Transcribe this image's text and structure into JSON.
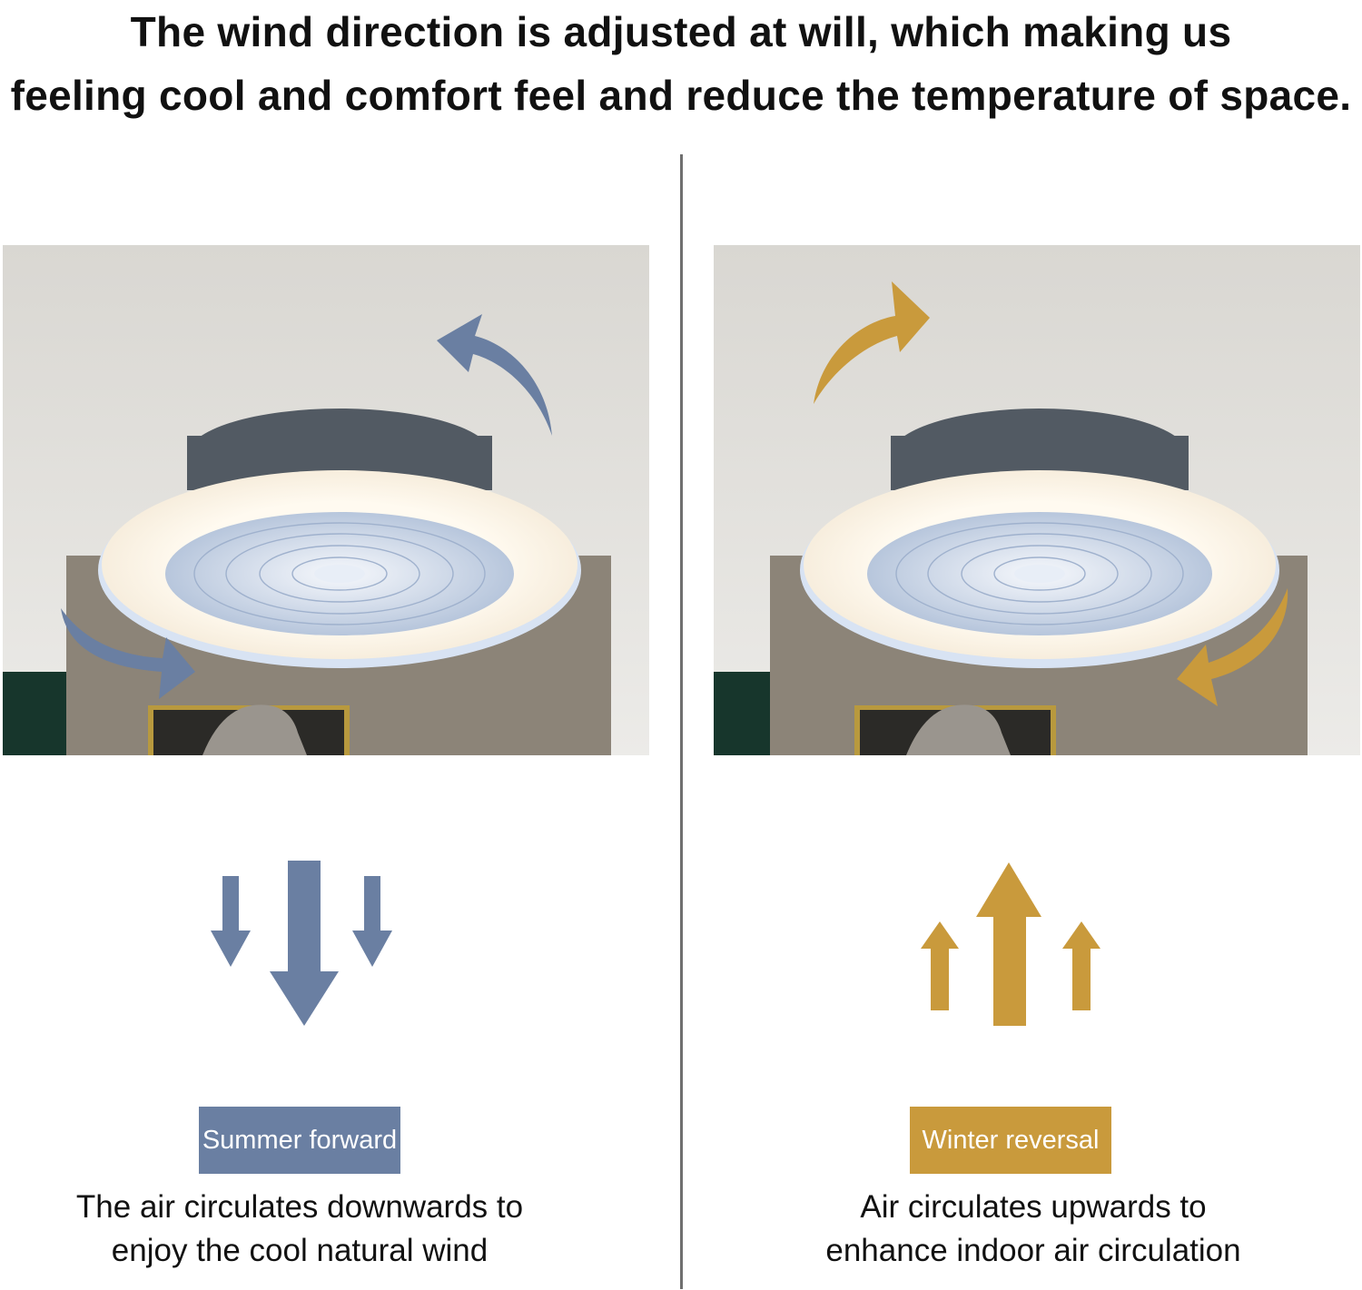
{
  "headline": {
    "line1": "The wind direction is adjusted at will, which making us",
    "line2": "feeling cool and comfort feel and reduce the temperature of space."
  },
  "panels": {
    "summer": {
      "badge": "Summer forward",
      "caption_line1": "The air circulates downwards to",
      "caption_line2": "enjoy the cool natural wind",
      "color": "#6a7fa2",
      "arrow_direction": "down"
    },
    "winter": {
      "badge": "Winter reversal",
      "caption_line1": "Air circulates upwards to",
      "caption_line2": "enhance indoor air circulation",
      "color": "#c99a3c",
      "arrow_direction": "up"
    }
  },
  "icons": [
    "ceiling-fan-light-photo",
    "curved-airflow-arrow-icon",
    "airflow-down-arrows-icon",
    "airflow-up-arrows-icon"
  ]
}
